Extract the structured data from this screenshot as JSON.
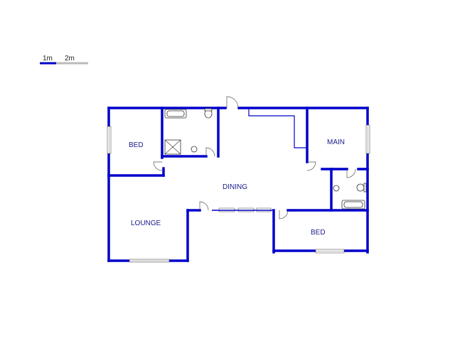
{
  "scale_bar": {
    "label_1": "1m",
    "label_2": "2m"
  },
  "rooms": {
    "bed_left": "BED",
    "main": "MAIN",
    "dining": "DINING",
    "lounge": "LOUNGE",
    "bed_right": "BED"
  },
  "colors": {
    "wall": "#0000cc",
    "label": "#1a1a8c",
    "scale_track": "#bbbbbb"
  }
}
